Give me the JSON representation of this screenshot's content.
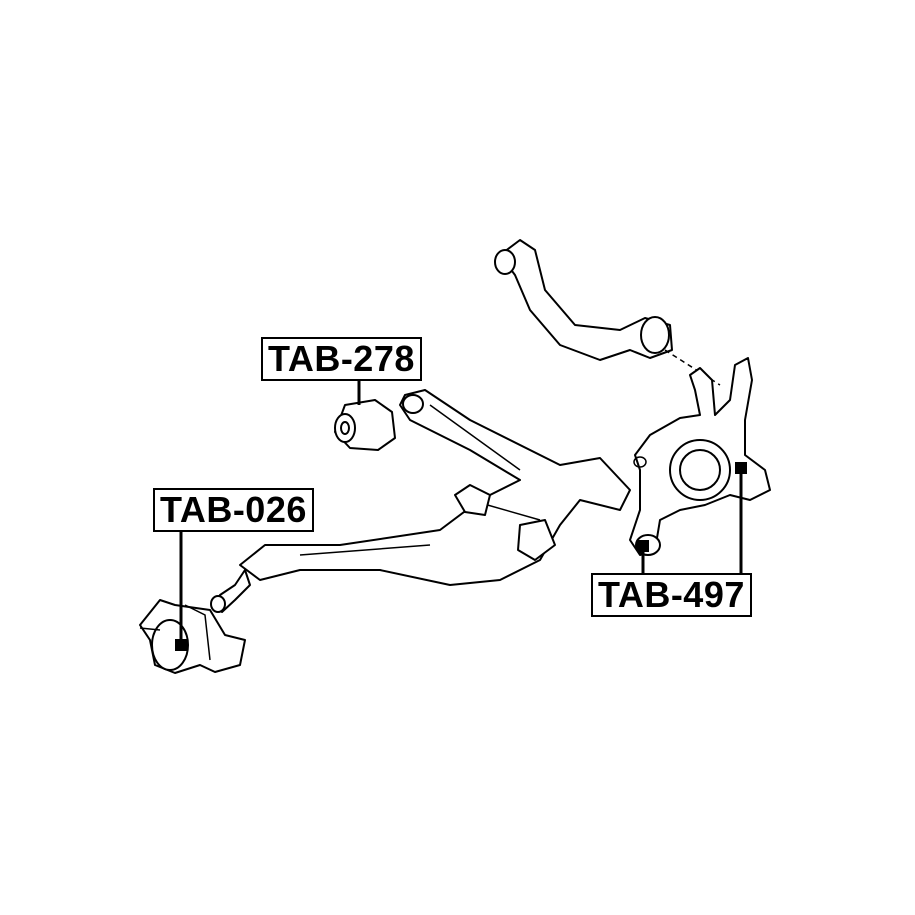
{
  "labels": {
    "tab_278": "TAB-278",
    "tab_026": "TAB-026",
    "tab_497": "TAB-497"
  },
  "colors": {
    "line": "#000000",
    "background": "#ffffff"
  }
}
